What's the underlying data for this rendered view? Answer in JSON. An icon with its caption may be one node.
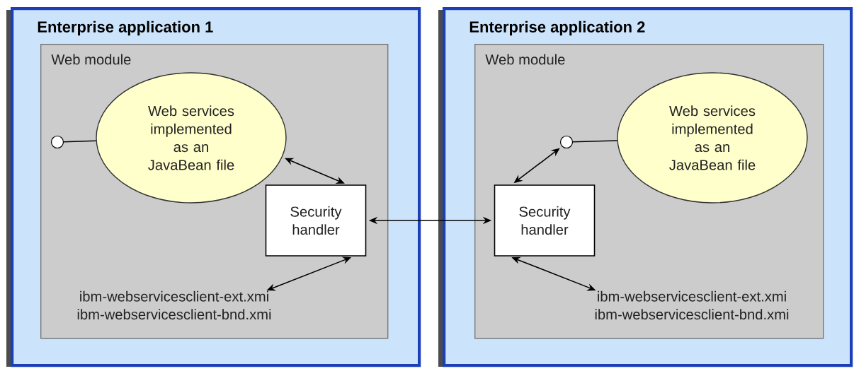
{
  "diagram": {
    "nodes": [
      {
        "text": [
          "Enterprise application 1"
        ]
      },
      {
        "text": [
          "Web module"
        ],
        "in": 0
      },
      {
        "text": [
          "Web services implemented as an JavaBean file"
        ],
        "in": 1
      },
      {
        "text": [],
        "shape": "circle",
        "in": 1
      },
      {
        "text": [
          "Security handler"
        ],
        "in": 1
      },
      {
        "text": [
          "ibm-webservicesclient-ext.xmi",
          "ibm-webservicesclient-bnd.xmi"
        ],
        "in": 1
      },
      {
        "text": [
          "Enterprise application 2"
        ]
      },
      {
        "text": [
          "Web module"
        ],
        "in": 6
      },
      {
        "text": [],
        "shape": "circle",
        "in": 7
      },
      {
        "text": [
          "Web services implemented as an JavaBean file"
        ],
        "in": 7
      },
      {
        "text": [
          "Security handler"
        ],
        "in": 7
      },
      {
        "text": [
          "ibm-webservicesclient-ext.xmi",
          "ibm-webservicesclient-bnd.xmi"
        ],
        "in": 7
      }
    ],
    "edges": [
      {
        "from": 3,
        "to": 2,
        "arrow": "none"
      },
      {
        "from": 2,
        "to": 4,
        "arrow": "both"
      },
      {
        "from": 5,
        "to": 4,
        "arrow": "both"
      },
      {
        "from": 4,
        "to": 10,
        "arrow": "both"
      },
      {
        "from": 10,
        "to": 8,
        "arrow": "both"
      },
      {
        "from": 8,
        "to": 9,
        "arrow": "none"
      },
      {
        "from": 10,
        "to": 11,
        "arrow": "both"
      }
    ]
  }
}
